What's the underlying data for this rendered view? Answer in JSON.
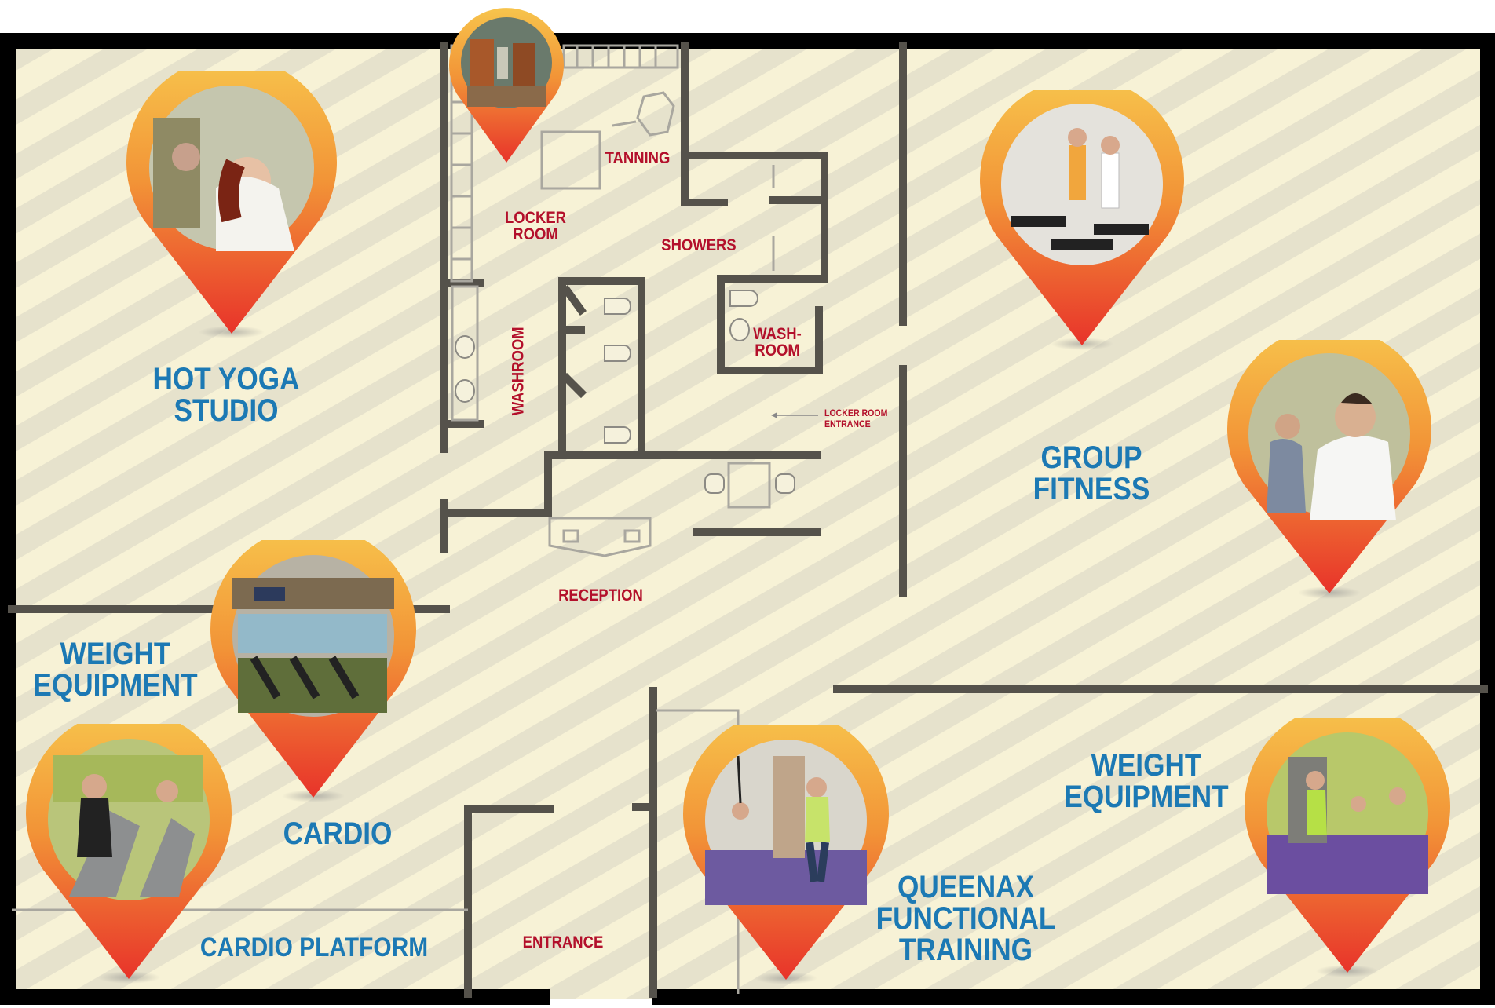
{
  "colors": {
    "background": "#f7f2d6",
    "stripe": "#e6e2cc",
    "wall": "#55524b",
    "outer_wall": "#000000",
    "area_label": "#1c79b4",
    "room_label": "#b3102b",
    "pin_top": "#f6b23a",
    "pin_bottom": "#e8332a"
  },
  "areas": {
    "hot_yoga": "HOT YOGA\nSTUDIO",
    "group_fitness": "GROUP\nFITNESS",
    "weight_equipment_left": "WEIGHT\nEQUIPMENT",
    "cardio": "CARDIO",
    "cardio_platform": "CARDIO PLATFORM",
    "weight_equipment_right": "WEIGHT\nEQUIPMENT",
    "functional_training": "QUEENAX\nFUNCTIONAL\nTRAINING"
  },
  "rooms": {
    "tanning": "TANNING",
    "locker_room": "LOCKER\nROOM",
    "showers": "SHOWERS",
    "washroom_left": "WASHROOM",
    "washroom_right": "WASH-\nROOM",
    "locker_room_entrance": "LOCKER ROOM\nENTRANCE",
    "reception": "RECEPTION",
    "entrance": "ENTRANCE"
  },
  "pins": [
    {
      "id": "pin-locker-room",
      "icon": "locker-room-photo"
    },
    {
      "id": "pin-hot-yoga",
      "icon": "yoga-class-photo"
    },
    {
      "id": "pin-group-fitness-step",
      "icon": "step-class-photo"
    },
    {
      "id": "pin-group-fitness-dance",
      "icon": "dance-class-photo"
    },
    {
      "id": "pin-weight-equipment-left",
      "icon": "weight-machines-photo"
    },
    {
      "id": "pin-cardio",
      "icon": "elliptical-photo"
    },
    {
      "id": "pin-functional-training",
      "icon": "suspension-training-photo"
    },
    {
      "id": "pin-weight-equipment-right",
      "icon": "weight-floor-photo"
    }
  ]
}
